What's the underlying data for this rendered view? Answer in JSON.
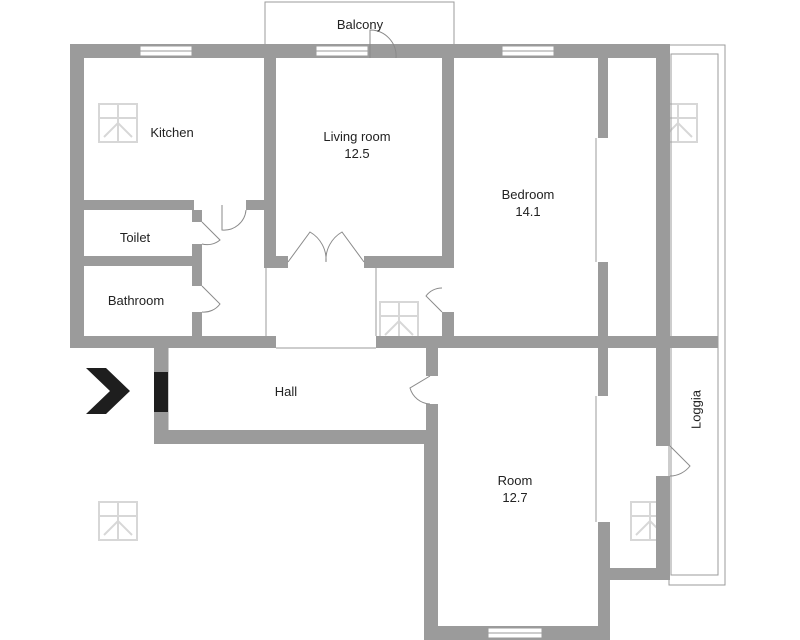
{
  "plan": {
    "rooms": [
      {
        "id": "balcony",
        "name": "Balcony",
        "area": ""
      },
      {
        "id": "kitchen",
        "name": "Kitchen",
        "area": ""
      },
      {
        "id": "living",
        "name": "Living room",
        "area": "12.5"
      },
      {
        "id": "bedroom",
        "name": "Bedroom",
        "area": "14.1"
      },
      {
        "id": "toilet",
        "name": "Toilet",
        "area": ""
      },
      {
        "id": "bathroom",
        "name": "Bathroom",
        "area": ""
      },
      {
        "id": "hall",
        "name": "Hall",
        "area": ""
      },
      {
        "id": "room",
        "name": "Room",
        "area": "12.7"
      },
      {
        "id": "loggia",
        "name": "Loggia",
        "area": ""
      }
    ],
    "colors": {
      "wall": "#9b9b9b",
      "entrance": "#1e1e1e",
      "watermark": "#d7d7d7",
      "background": "#ffffff"
    },
    "entrance_icon": "entrance-arrow-icon",
    "watermark_icon": "building-logo-icon"
  }
}
